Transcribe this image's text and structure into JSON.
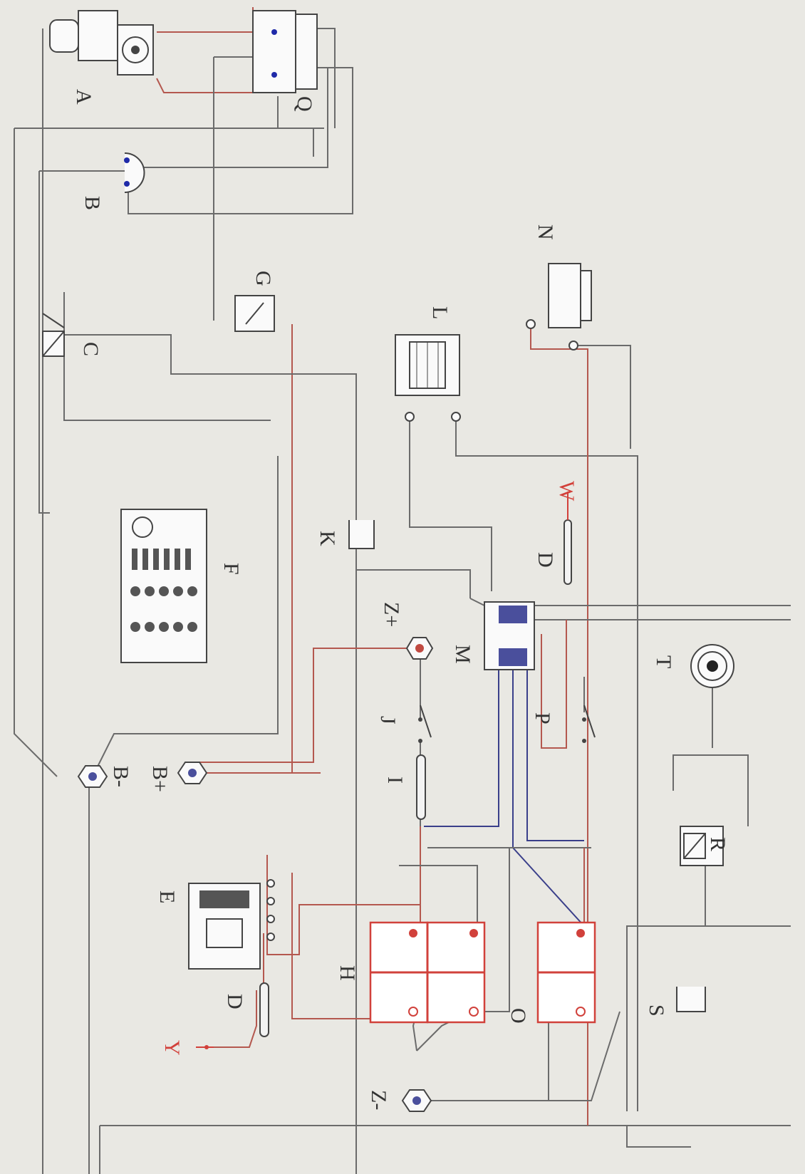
{
  "labels": {
    "A": "A",
    "Q": "Q",
    "B": "B",
    "N": "N",
    "G": "G",
    "C": "C",
    "L": "L",
    "F": "F",
    "K": "K",
    "W": "W",
    "D_top": "D",
    "Z_plus": "Z+",
    "M": "M",
    "J": "J",
    "P": "P",
    "T": "T",
    "B_minus": "B-",
    "B_plus": "B+",
    "I": "I",
    "R": "R",
    "E": "E",
    "S": "S",
    "H": "H",
    "O": "O",
    "D_bottom": "D",
    "Y": "Y",
    "Z_minus": "Z-"
  },
  "colors": {
    "wire_gray": "#6b6b6b",
    "wire_red": "#b4584f",
    "battery_red": "#d1413b",
    "tag_blue": "#1f2aa8",
    "label_red": "#d2403a"
  }
}
